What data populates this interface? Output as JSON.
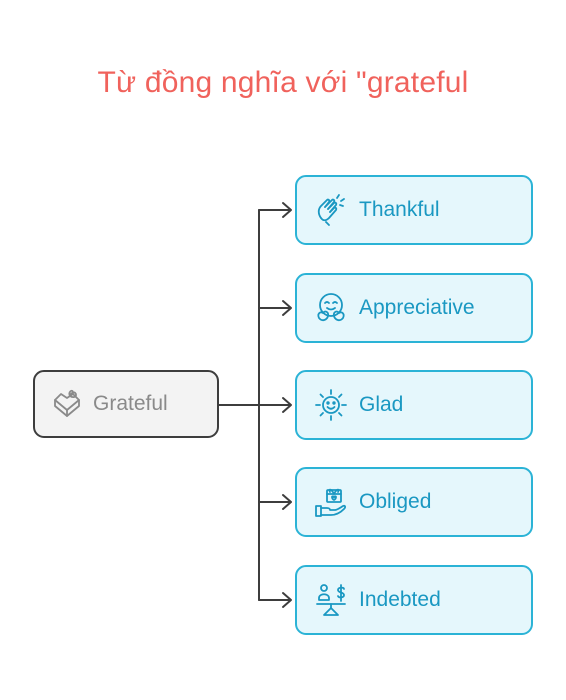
{
  "title": "Từ đồng nghĩa với \"grateful",
  "root": {
    "label": "Grateful",
    "icon": "gift-heart-icon"
  },
  "branches": [
    {
      "label": "Thankful",
      "icon": "clapping-hands-icon"
    },
    {
      "label": "Appreciative",
      "icon": "hugging-face-icon"
    },
    {
      "label": "Glad",
      "icon": "sun-smile-icon"
    },
    {
      "label": "Obliged",
      "icon": "hand-gift-icon"
    },
    {
      "label": "Indebted",
      "icon": "person-balance-icon"
    }
  ],
  "colors": {
    "title": "#f0625c",
    "leaf_border": "#2bb3d6",
    "leaf_fill": "#e5f7fc",
    "leaf_text": "#1a98c2",
    "root_border": "#3d3d3d",
    "root_fill": "#f3f3f3",
    "connector": "#3d3d3d"
  }
}
